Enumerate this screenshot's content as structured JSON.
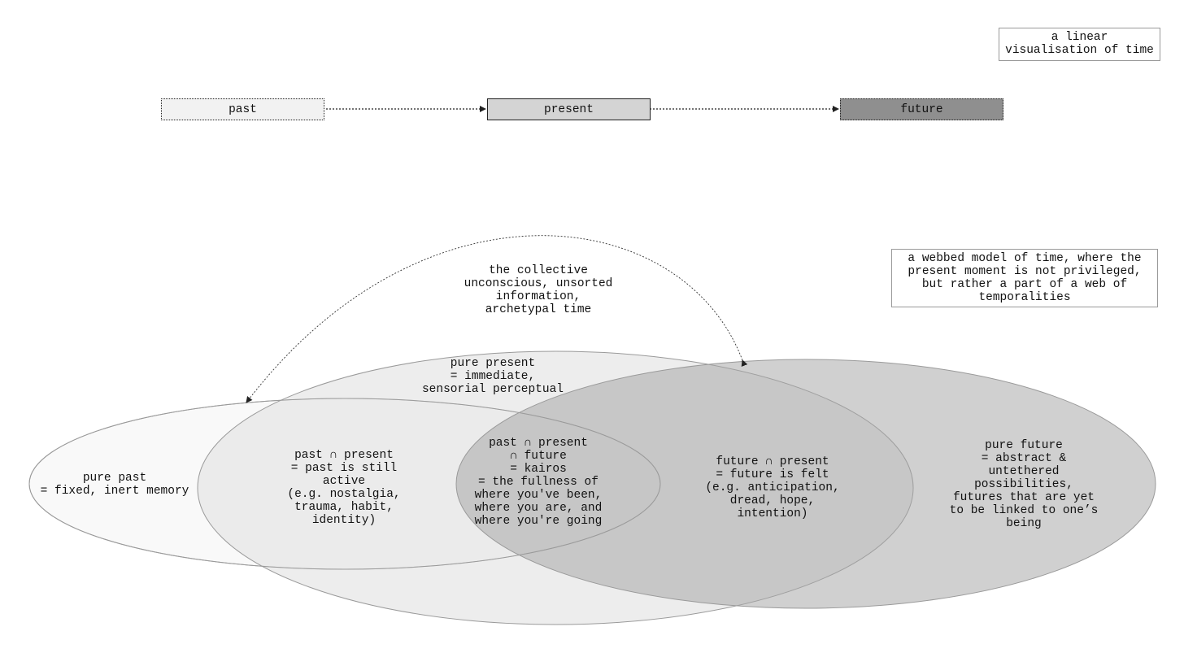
{
  "linear": {
    "note": "a linear\nvisualisation of time",
    "past": "past",
    "present": "present",
    "future": "future"
  },
  "web": {
    "note": "a webbed model of time, where the\npresent moment is not privileged,\nbut rather a part of a web of\ntemporalities",
    "collective": "the collective\nunconscious, unsorted\ninformation,\narchetypal time",
    "pure_present": "pure present\n= immediate,\nsensorial perceptual",
    "pure_past": "pure past\n= fixed, inert memory",
    "past_present": "past ∩ present\n= past is still\nactive\n(e.g. nostalgia,\ntrauma, habit,\nidentity)",
    "kairos": "past ∩ present\n∩ future\n= kairos\n= the fullness of\nwhere you've been,\nwhere you are, and\nwhere you're going",
    "future_present": "future ∩ present\n= future is felt\n(e.g. anticipation,\ndread, hope,\nintention)",
    "pure_future": "pure future\n= abstract &\nuntethered\npossibilities,\nfutures that are yet\nto be linked to one’s\nbeing"
  },
  "colors": {
    "past_fill": "#f7f7f7",
    "present_fill": "#e5e5e5",
    "future_fill": "#a8a8a8",
    "edge": "#9a9a9a"
  }
}
